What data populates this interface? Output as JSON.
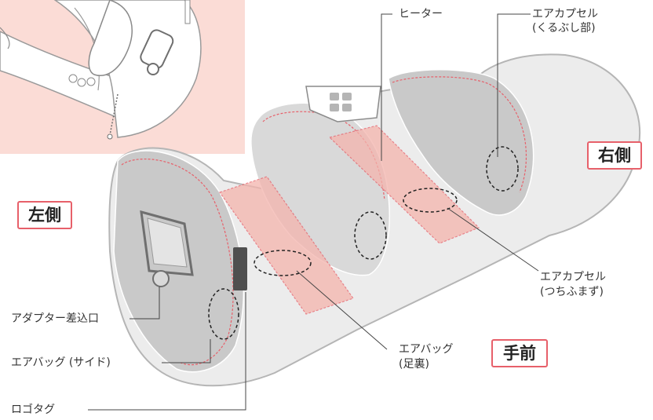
{
  "labels": {
    "heater": "ヒーター",
    "air_capsule_calf": [
      "エアカプセル",
      "(くるぶし部)"
    ],
    "air_capsule_toe": [
      "エアカプセル",
      "(つちふまず)"
    ],
    "air_bag_sole": [
      "エアバッグ",
      "(足裏)"
    ],
    "adapter_port": "アダプター差込口",
    "air_bag_side": "エアバッグ (サイド)",
    "logo_tag": "ロゴタグ"
  },
  "sides": {
    "right": "右側",
    "left": "左側",
    "front": "手前"
  },
  "colors": {
    "accent": "#e7606a",
    "inset_background": "#fbdcd6",
    "airbag_fill": "#f4b4ad",
    "shell_fill": "#ececec",
    "outline": "#b5b5b5",
    "leader": "#444444"
  }
}
